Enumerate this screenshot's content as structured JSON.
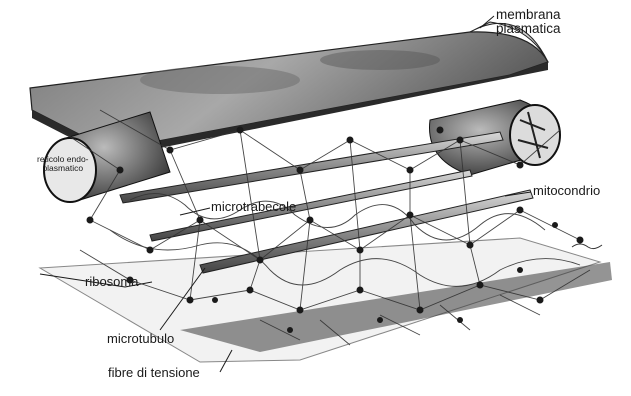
{
  "figure": {
    "labels": {
      "membrana_line1": "membrana",
      "membrana_line2": "plasmatica",
      "reticolo_line1": "reticolo endo-",
      "reticolo_line2": "plasmatico",
      "mitocondrio": "mitocondrio",
      "microtrabecole": "microtrabecole",
      "ribosoma": "ribosoma",
      "microtubulo": "microtubulo",
      "fibre": "fibre di tensione"
    }
  },
  "colors": {
    "ink": "#1a1a1a",
    "membrane_fill": "#9a9a9a",
    "membrane_dark": "#4a4a4a",
    "background": "#ffffff"
  }
}
